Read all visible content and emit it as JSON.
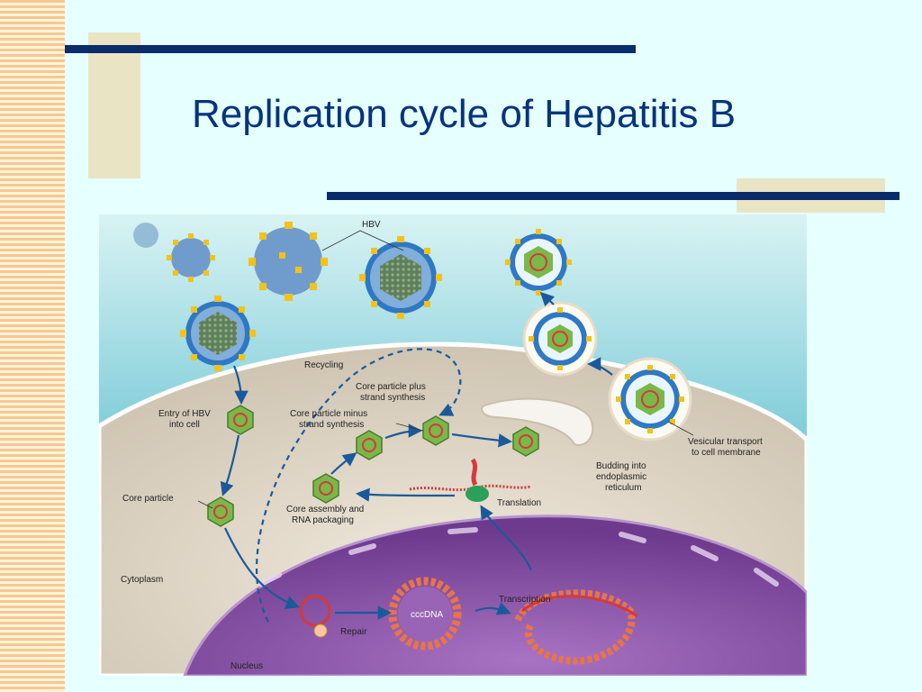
{
  "slide": {
    "title": "Replication cycle of Hepatitis B"
  },
  "diagram": {
    "labels": {
      "hbv": "HBV",
      "recycling": "Recycling",
      "entry_line1": "Entry of HBV",
      "entry_line2": "into cell",
      "plus_line1": "Core particle plus",
      "plus_line2": "strand synthesis",
      "minus_line1": "Core particle minus",
      "minus_line2": "strand synthesis",
      "core_particle": "Core particle",
      "assembly_line1": "Core assembly and",
      "assembly_line2": "RNA packaging",
      "translation": "Translation",
      "budding_line1": "Budding into",
      "budding_line2": "endoplasmic",
      "budding_line3": "reticulum",
      "vesicular_line1": "Vesicular transport",
      "vesicular_line2": "to cell membrane",
      "cytoplasm": "Cytoplasm",
      "nucleus": "Nucleus",
      "repair": "Repair",
      "cccdna": "cccDNA",
      "transcription": "Transcription"
    },
    "colors": {
      "extracellular": "#6fc6d6",
      "cytoplasm": "#d8cfc0",
      "nucleus": "#8a55a8",
      "arrow": "#1a5a9a",
      "core": "#7ab84a",
      "envelope": "#2f78c4",
      "spike": "#f2c21a",
      "dna": "#d43a3a"
    }
  }
}
